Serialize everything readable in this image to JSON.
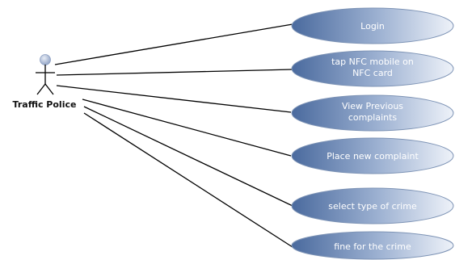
{
  "diagram": {
    "actor": {
      "label": "Traffic Police"
    },
    "use_cases": [
      {
        "lines": [
          "Login"
        ]
      },
      {
        "lines": [
          "tap NFC mobile on",
          "NFC card"
        ]
      },
      {
        "lines": [
          "View Previous",
          "complaints"
        ]
      },
      {
        "lines": [
          "Place new complaint"
        ]
      },
      {
        "lines": [
          "select type of crime"
        ]
      },
      {
        "lines": [
          "fine for the crime"
        ]
      }
    ],
    "colors": {
      "use_case_fill_left": "#4a6a9e",
      "use_case_fill_right": "#e8eef7",
      "actor_head": "#a9b8d4",
      "line": "#000000"
    }
  }
}
